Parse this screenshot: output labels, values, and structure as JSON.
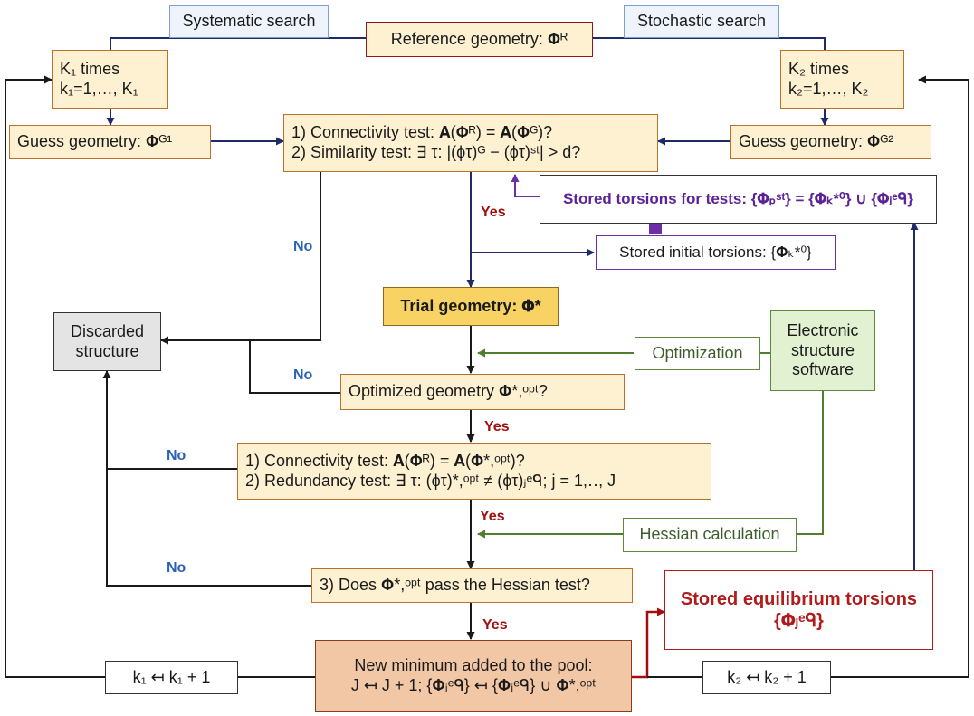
{
  "search_modes": {
    "systematic": "Systematic search",
    "stochastic": "Stochastic search"
  },
  "reference": "Reference geometry: 𝚽ᴿ",
  "k1_box": {
    "line1": "K₁ times",
    "line2": "k₁=1,…, K₁"
  },
  "k2_box": {
    "line1": "K₂ times",
    "line2": "k₂=1,…, K₂"
  },
  "guess1": "Guess geometry: 𝚽ᴳ¹",
  "guess2": "Guess geometry: 𝚽ᴳ²",
  "test_block1": {
    "line1": "1) Connectivity test: 𝐀(𝚽ᴿ) = 𝐀(𝚽ᴳ)?",
    "line2": "2) Similarity test: ∃ τ: |(ϕτ)ᴳ − (ϕτ)ˢᵗ| > d?"
  },
  "stored_tests": "Stored torsions for tests: {𝚽ₚˢᵗ} = {𝚽ₖ*⁰} ∪ {𝚽ⱼᵉᑫ}",
  "stored_initial": "Stored initial torsions: {𝚽ₖ*⁰}",
  "trial": "Trial geometry: 𝚽*",
  "discarded": {
    "line1": "Discarded",
    "line2": "structure"
  },
  "optimization": "Optimization",
  "electronic": {
    "line1": "Electronic",
    "line2": "structure",
    "line3": "software"
  },
  "optimized": "Optimized geometry 𝚽*,ᵒᵖᵗ?",
  "test_block2": {
    "line1": "1) Connectivity test: 𝐀(𝚽ᴿ) = 𝐀(𝚽*,ᵒᵖᵗ)?",
    "line2": "2) Redundancy test: ∃ τ: (ϕτ)*,ᵒᵖᵗ ≠ (ϕτ)ⱼᵉᑫ; j = 1,‥, J"
  },
  "hessian_calc": "Hessian calculation",
  "hessian_test": "3) Does  𝚽*,ᵒᵖᵗ pass the Hessian test?",
  "stored_eq": {
    "title": "Stored equilibrium torsions",
    "formula": "{𝚽ⱼᵉᑫ}"
  },
  "new_min": {
    "line1": "New minimum added to the pool:",
    "line2": "J ↤ J + 1; {𝚽ⱼᵉᑫ} ↤ {𝚽ⱼᵉᑫ} ∪ 𝚽*,ᵒᵖᵗ"
  },
  "k1_update": "k₁ ↤ k₁ + 1",
  "k2_update": "k₂ ↤ k₂ + 1",
  "labels": {
    "yes": "Yes",
    "no": "No"
  }
}
